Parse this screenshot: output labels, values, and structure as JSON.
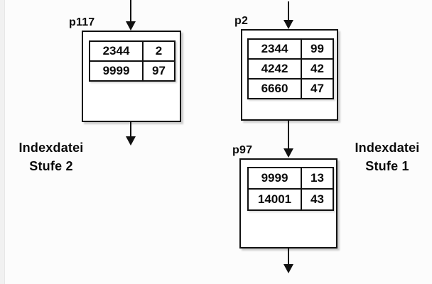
{
  "page": {
    "background": "#fcfcfc",
    "line_color": "#111111",
    "box_background": "#ffffff"
  },
  "nodes": [
    {
      "label": "p117",
      "rows": [
        [
          "2344",
          "2"
        ],
        [
          "9999",
          "97"
        ]
      ]
    },
    {
      "label": "p2",
      "rows": [
        [
          "2344",
          "99"
        ],
        [
          "4242",
          "42"
        ],
        [
          "6660",
          "47"
        ]
      ]
    },
    {
      "label": "p97",
      "rows": [
        [
          "9999",
          "13"
        ],
        [
          "14001",
          "43"
        ]
      ]
    }
  ],
  "captions": [
    {
      "line1": "Indexdatei",
      "line2": "Stufe 2"
    },
    {
      "line1": "Indexdatei",
      "line2": "Stufe 1"
    }
  ]
}
